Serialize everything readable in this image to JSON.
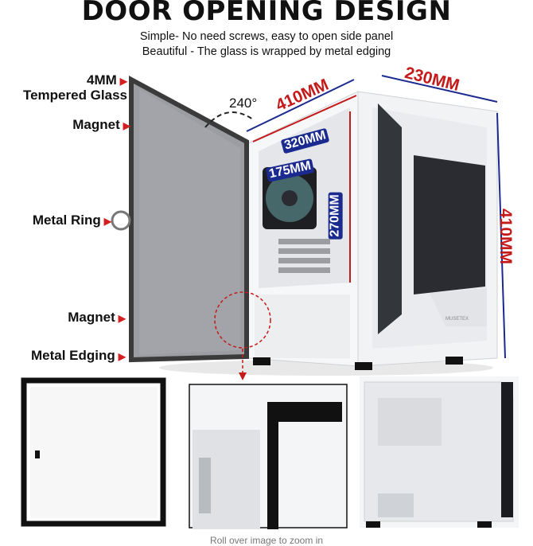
{
  "title": "DOOR OPENING DESIGN",
  "subtitle_1": "Simple- No need screws, easy to open side panel",
  "subtitle_2": "Beautiful - The glass is wrapped by metal edging",
  "labels": {
    "glass_line1": "4MM",
    "glass_line2": "Tempered Glass",
    "magnet_top": "Magnet",
    "metal_ring": "Metal Ring",
    "magnet_bottom": "Magnet",
    "metal_edging": "Metal Edging"
  },
  "dimensions": {
    "angle": "240°",
    "depth": "410MM",
    "width": "230MM",
    "height": "410MM",
    "gpu_length": "320MM",
    "cpu_cooler": "175MM",
    "psu_length": "270MM"
  },
  "brand": "MUSETEX",
  "footer": "Roll over image to zoom in",
  "colors": {
    "accent_red": "#d31f1f",
    "dim_blue": "#1b2a8f",
    "case_white": "#f2f3f5"
  }
}
